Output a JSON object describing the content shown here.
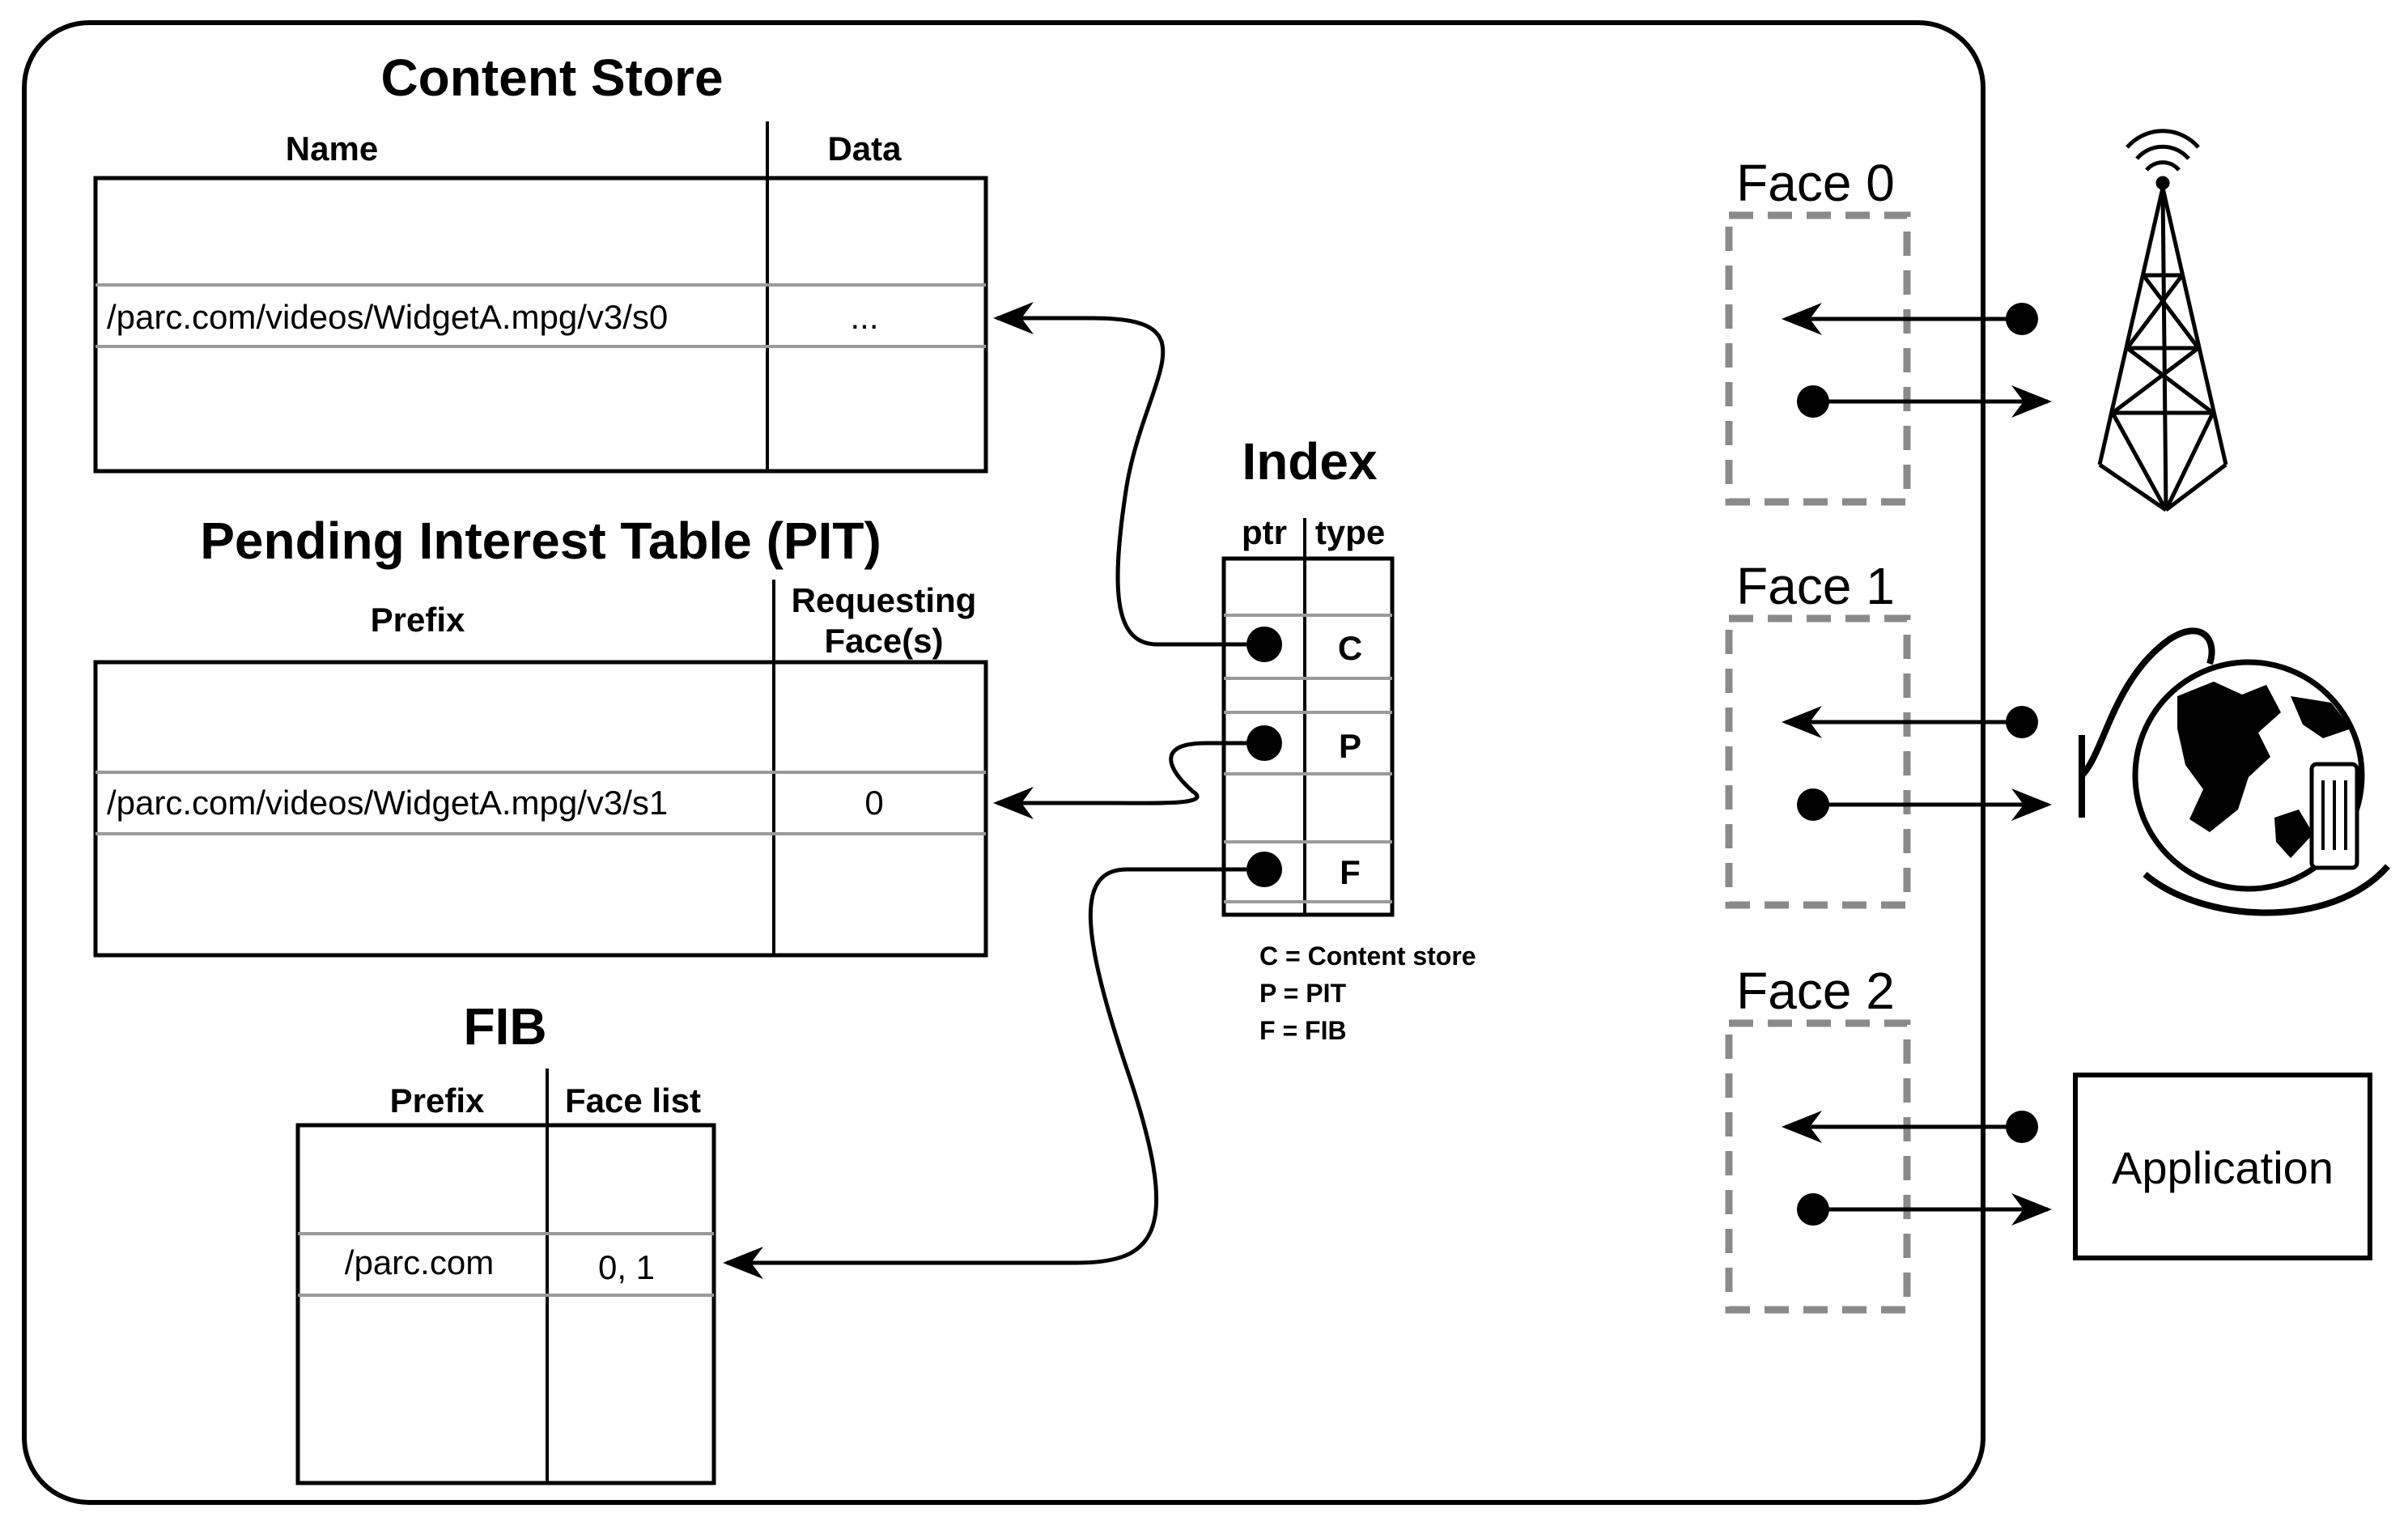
{
  "content_store": {
    "title": "Content Store",
    "col_name": "Name",
    "col_data": "Data",
    "row_name": "/parc.com/videos/WidgetA.mpg/v3/s0",
    "row_data": "..."
  },
  "pit": {
    "title": "Pending Interest Table (PIT)",
    "col_prefix": "Prefix",
    "col_faces_line1": "Requesting",
    "col_faces_line2": "Face(s)",
    "row_prefix": "/parc.com/videos/WidgetA.mpg/v3/s1",
    "row_faces": "0"
  },
  "fib": {
    "title": "FIB",
    "col_prefix": "Prefix",
    "col_faces": "Face list",
    "row_prefix": "/parc.com",
    "row_faces": "0, 1"
  },
  "index": {
    "title": "Index",
    "col_ptr": "ptr",
    "col_type": "type",
    "rows": [
      "C",
      "P",
      "F"
    ],
    "legend": [
      "C = Content store",
      "P = PIT",
      "F = FIB"
    ]
  },
  "faces": [
    "Face 0",
    "Face 1",
    "Face 2"
  ],
  "application_label": "Application",
  "icons": [
    "radio-tower-icon",
    "globe-network-icon"
  ]
}
